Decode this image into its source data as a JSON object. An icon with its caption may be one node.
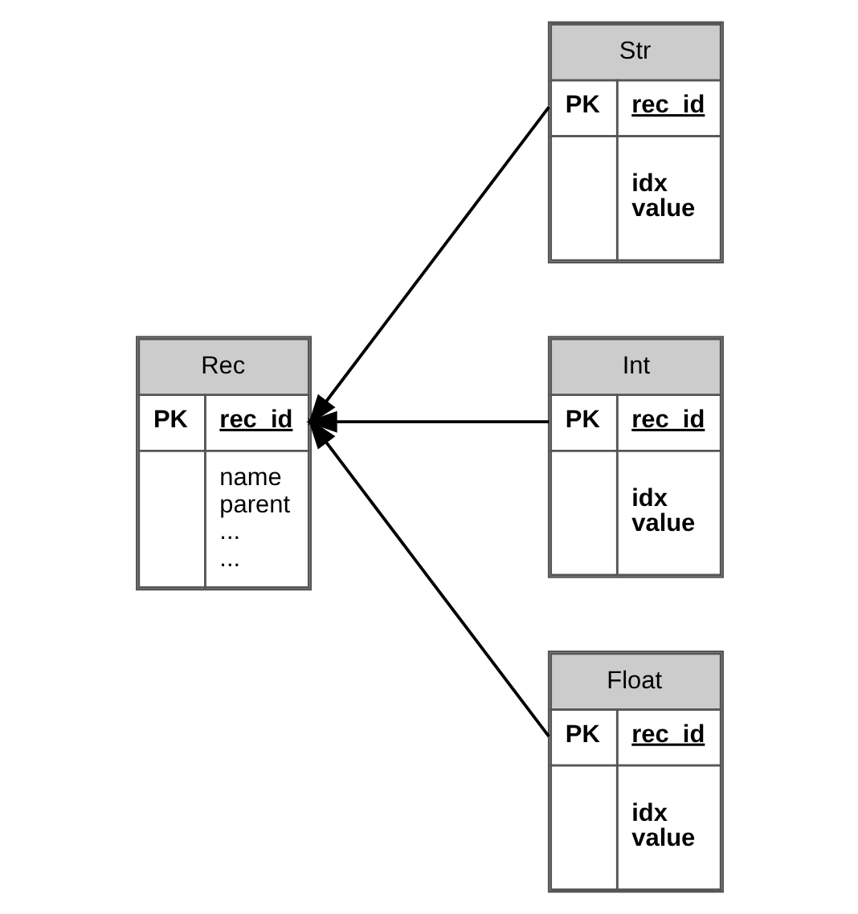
{
  "diagram": {
    "nodes": [
      {
        "text": [
          "Rec",
          "PK",
          "rec_id",
          "name parent ... ..."
        ]
      },
      {
        "text": [
          "Str",
          "PK",
          "rec_id",
          "idx value"
        ]
      },
      {
        "text": [
          "Int",
          "PK",
          "rec_id",
          "idx value"
        ]
      },
      {
        "text": [
          "Float",
          "PK",
          "rec_id",
          "idx value"
        ]
      }
    ],
    "edges": [
      {
        "from": 1,
        "to": 0,
        "arrow": "to"
      },
      {
        "from": 2,
        "to": 0,
        "arrow": "to"
      },
      {
        "from": 3,
        "to": 0,
        "arrow": "to"
      }
    ]
  }
}
